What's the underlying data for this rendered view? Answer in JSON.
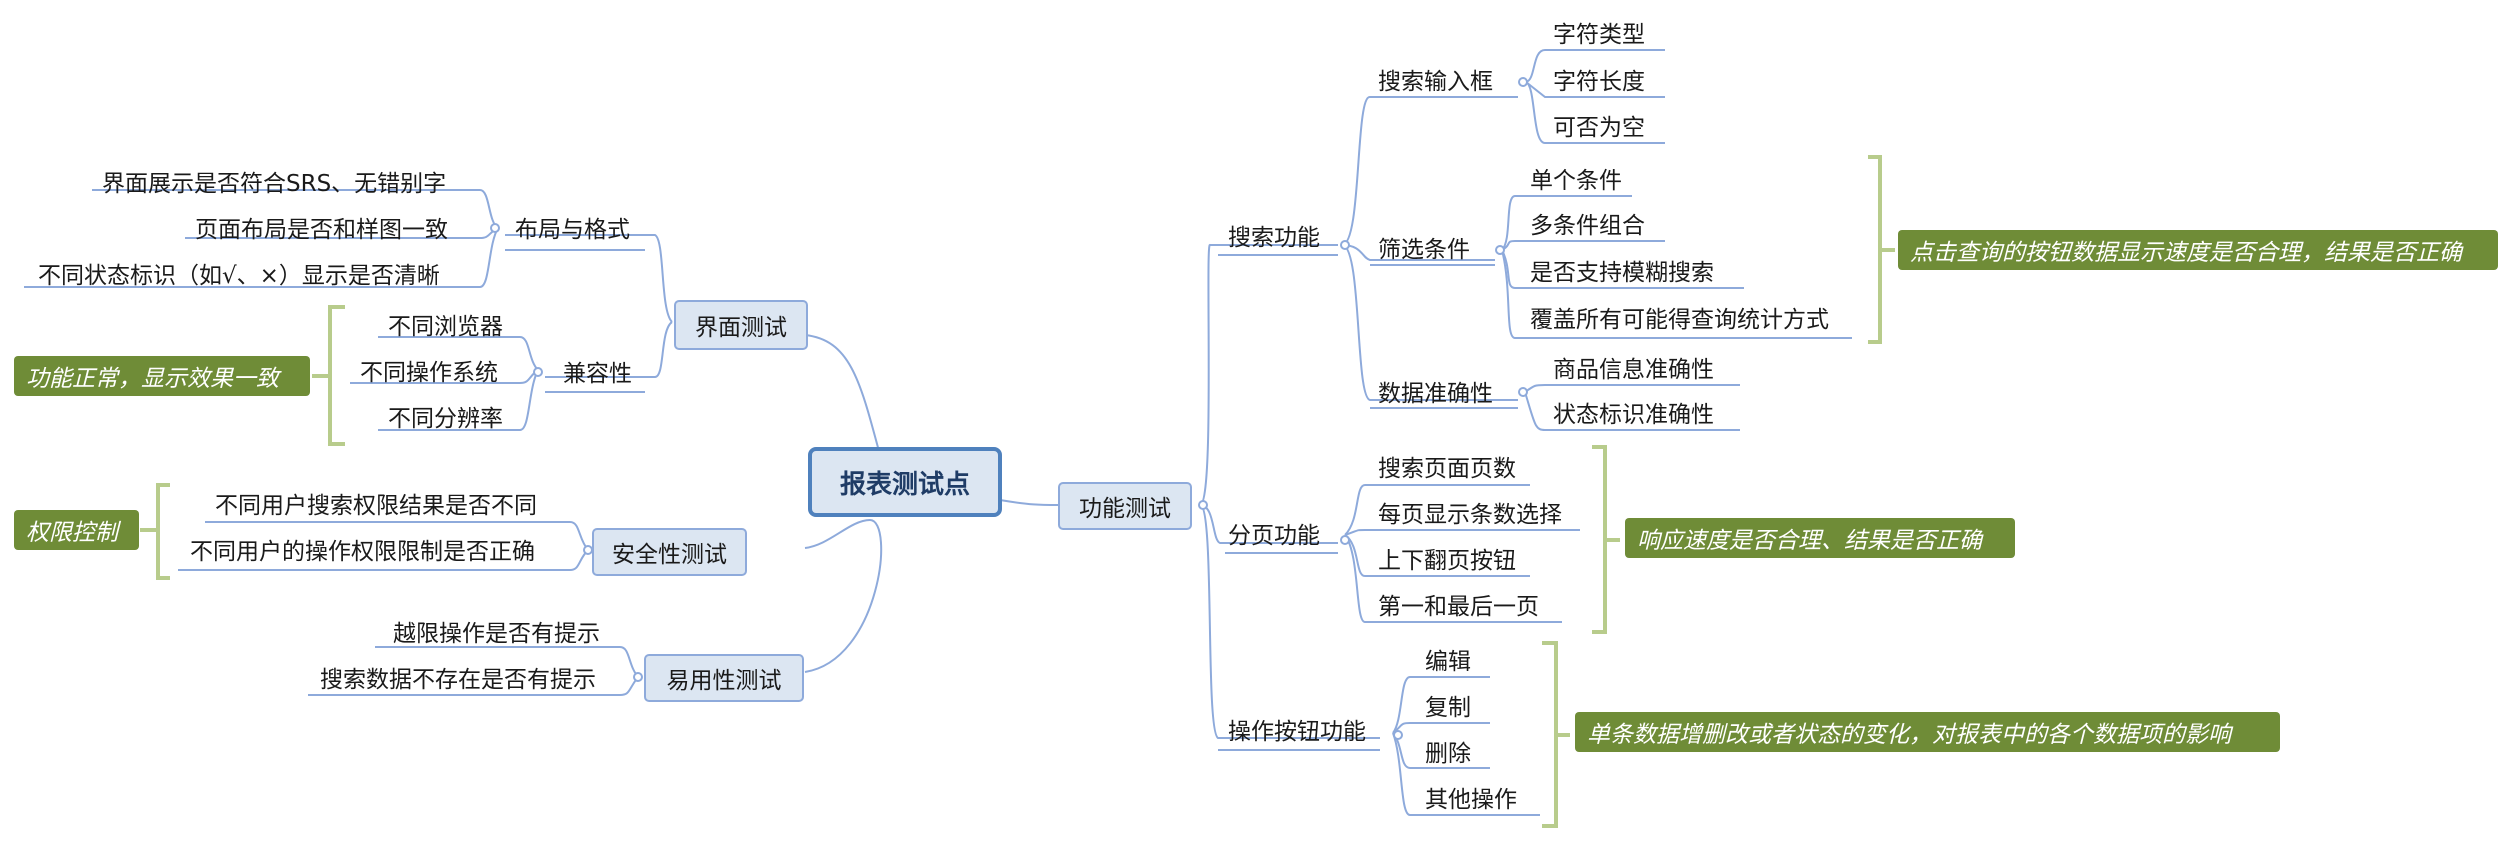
{
  "central": "报表测试点",
  "left": {
    "ui_test": {
      "label": "界面测试",
      "layout": {
        "label": "布局与格式",
        "items": [
          "界面展示是否符合SRS、无错别字",
          "页面布局是否和样图一致",
          "不同状态标识（如√、×）显示是否清晰"
        ]
      },
      "compat": {
        "label": "兼容性",
        "items": [
          "不同浏览器",
          "不同操作系统",
          "不同分辨率"
        ],
        "note": "功能正常，显示效果一致"
      }
    },
    "security": {
      "label": "安全性测试",
      "items": [
        "不同用户搜索权限结果是否不同",
        "不同用户的操作权限限制是否正确"
      ],
      "note": "权限控制"
    },
    "usability": {
      "label": "易用性测试",
      "items": [
        "越限操作是否有提示",
        "搜索数据不存在是否有提示"
      ]
    }
  },
  "right": {
    "func_test": {
      "label": "功能测试",
      "search": {
        "label": "搜索功能",
        "input": {
          "label": "搜索输入框",
          "items": [
            "字符类型",
            "字符长度",
            "可否为空"
          ]
        },
        "filter": {
          "label": "筛选条件",
          "items": [
            "单个条件",
            "多条件组合",
            "是否支持模糊搜索",
            "覆盖所有可能得查询统计方式"
          ],
          "note": "点击查询的按钮数据显示速度是否合理，结果是否正确"
        },
        "accuracy": {
          "label": "数据准确性",
          "items": [
            "商品信息准确性",
            "状态标识准确性"
          ]
        }
      },
      "paging": {
        "label": "分页功能",
        "items": [
          "搜索页面页数",
          "每页显示条数选择",
          "上下翻页按钮",
          "第一和最后一页"
        ],
        "note": "响应速度是否合理、结果是否正确"
      },
      "buttons": {
        "label": "操作按钮功能",
        "items": [
          "编辑",
          "复制",
          "删除",
          "其他操作"
        ],
        "note": "单条数据增删改或者状态的变化，对报表中的各个数据项的影响"
      }
    }
  },
  "colors": {
    "line": "#8eaadb",
    "central_border": "#4f81bd",
    "node_fill": "#dce6f2",
    "callout": "#6f8c37",
    "bracket": "#b8cc8c"
  }
}
